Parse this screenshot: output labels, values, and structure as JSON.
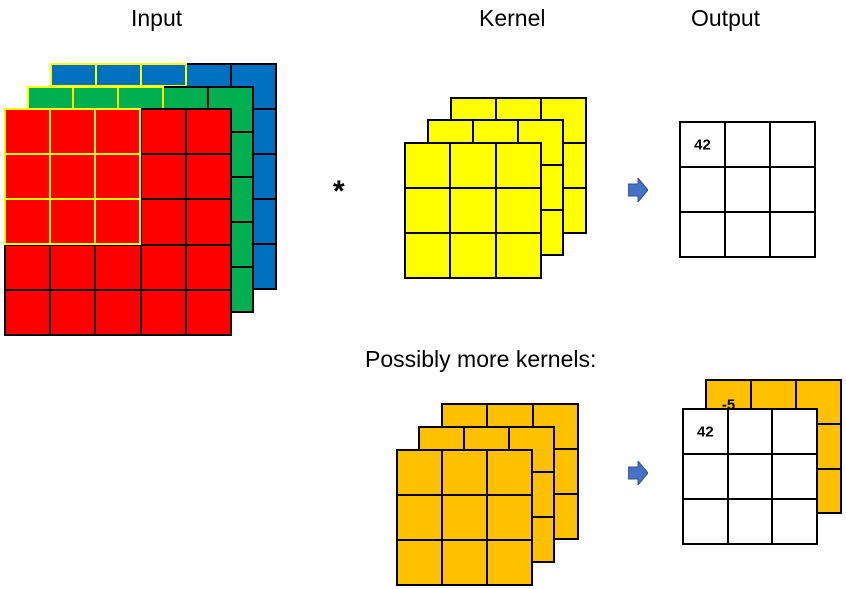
{
  "labels": {
    "input": "Input",
    "kernel": "Kernel",
    "output": "Output",
    "more_kernels": "Possibly more kernels:",
    "operator": "*"
  },
  "output_values": {
    "first_kernel": "42",
    "second_kernel_front": "42",
    "second_kernel_back": "-5"
  },
  "colors": {
    "input_red": "#ff0000",
    "input_green": "#00b050",
    "input_blue": "#0070c0",
    "highlight": "#ffff00",
    "kernel_yellow": "#ffff00",
    "kernel_orange": "#ffc000",
    "output_white": "#ffffff",
    "arrow": "#4472c4"
  }
}
